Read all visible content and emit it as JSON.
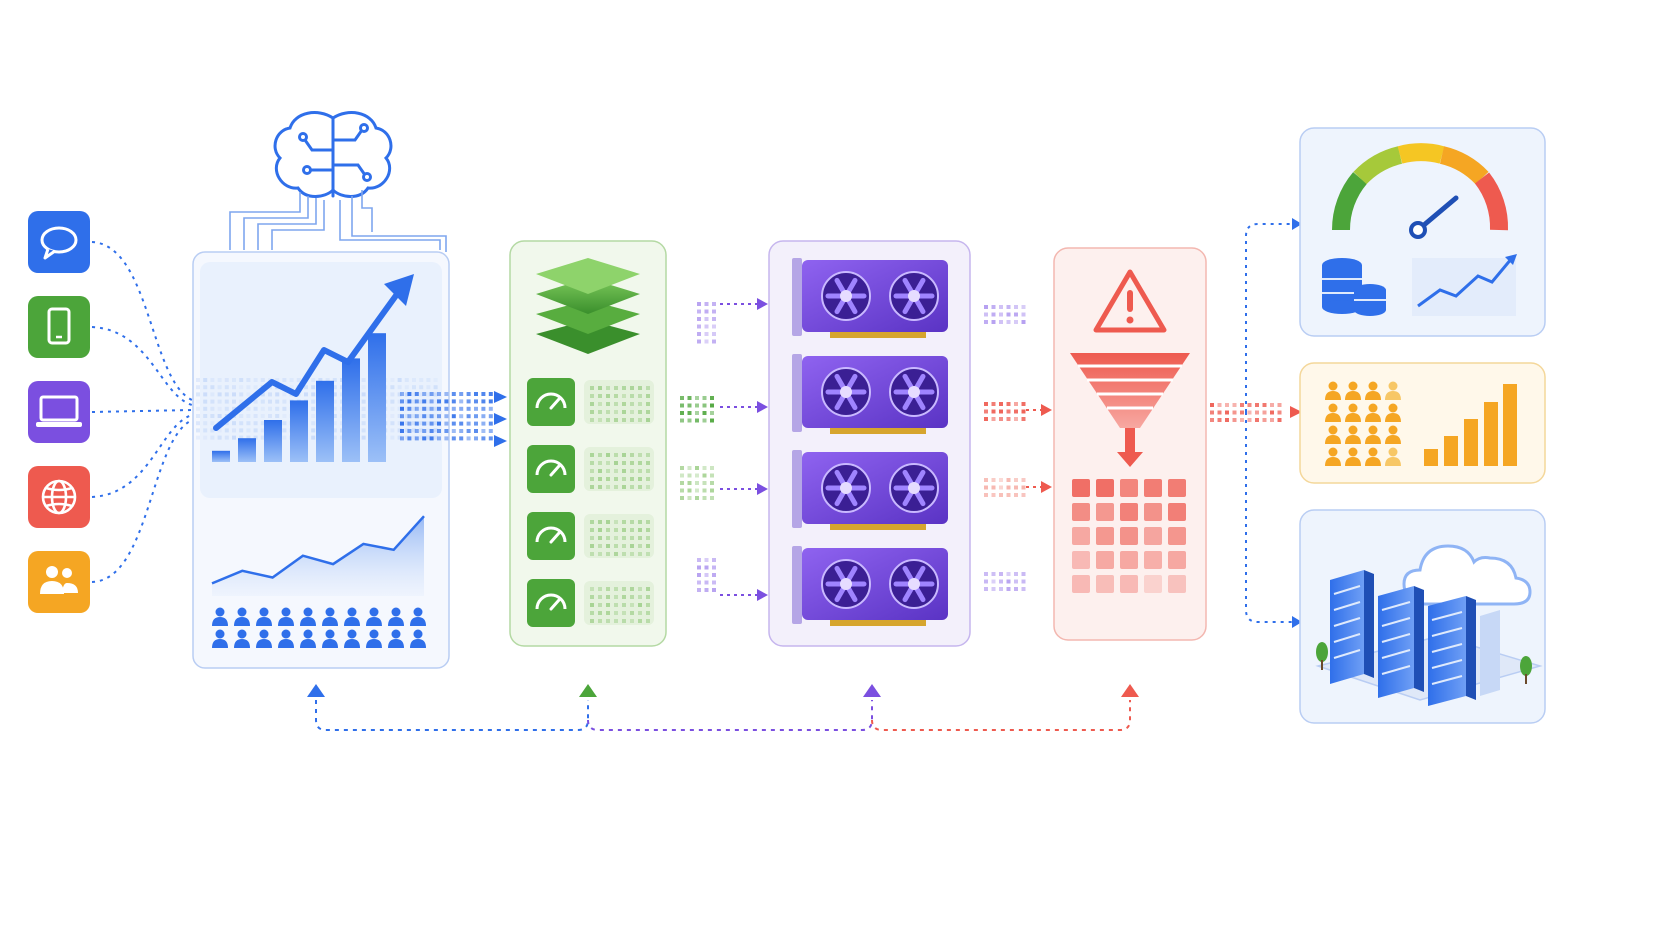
{
  "colors": {
    "blue": "#2f6fea",
    "blue_light": "#8fb4f5",
    "green": "#4ca53a",
    "green_light": "#a3d18f",
    "purple": "#7b4fe0",
    "purple_light": "#b39cf0",
    "red": "#ee5a4f",
    "red_light": "#f6b0a8",
    "orange": "#f5a623",
    "panel_blue_bg": "#eef4fd",
    "panel_green_bg": "#f1f8ec",
    "panel_purple_bg": "#f3f0fb",
    "panel_red_bg": "#fdf0ee",
    "panel_orange_bg": "#fff8ea"
  },
  "sources": [
    {
      "icon": "chat-bubble-icon",
      "color": "#2f6fea"
    },
    {
      "icon": "smartphone-icon",
      "color": "#4ca53a"
    },
    {
      "icon": "laptop-icon",
      "color": "#7b4fe0"
    },
    {
      "icon": "globe-icon",
      "color": "#ee5a4f"
    },
    {
      "icon": "users-icon",
      "color": "#f5a623"
    }
  ],
  "analytics_panel": {
    "icon": "brain-circuit-icon",
    "trend_bar_levels": [
      0.08,
      0.17,
      0.3,
      0.44,
      0.58,
      0.74,
      0.92
    ],
    "area_trend": [
      0.15,
      0.3,
      0.22,
      0.48,
      0.38,
      0.62,
      0.55,
      0.95
    ]
  },
  "green_panel": {
    "icon": "layer-stack-icon",
    "rows": [
      {
        "icon": "gauge-icon"
      },
      {
        "icon": "gauge-icon"
      },
      {
        "icon": "gauge-icon"
      },
      {
        "icon": "gauge-icon"
      }
    ]
  },
  "gpu_panel": {
    "cards": [
      {
        "icon": "gpu-card-icon"
      },
      {
        "icon": "gpu-card-icon"
      },
      {
        "icon": "gpu-card-icon"
      },
      {
        "icon": "gpu-card-icon"
      }
    ]
  },
  "filter_panel": {
    "icons": [
      "warning-icon",
      "funnel-icon"
    ]
  },
  "outputs": [
    {
      "icon": "speedometer-icon",
      "color": "#2f6fea"
    },
    {
      "icon": "audience-bar-chart-icon",
      "color": "#f5a623"
    },
    {
      "icon": "cloud-datacenter-icon",
      "color": "#2f6fea"
    }
  ]
}
